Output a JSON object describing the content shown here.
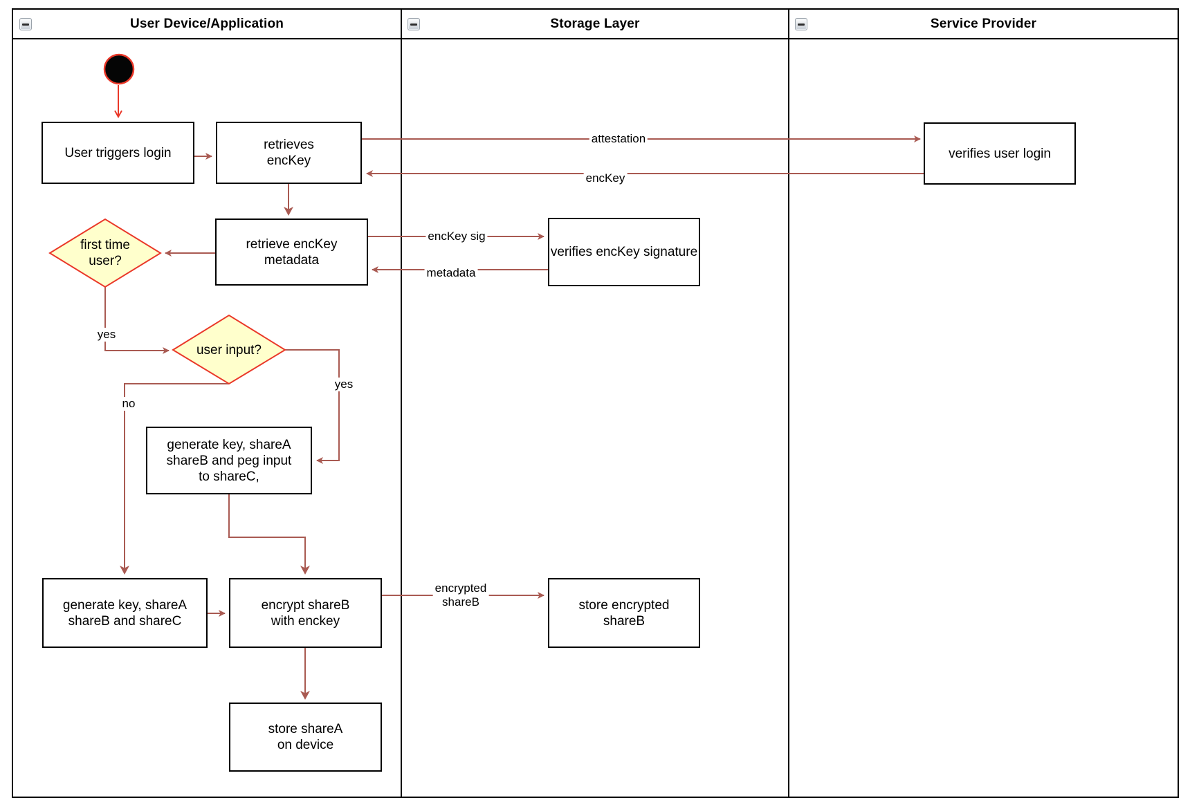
{
  "lanes": [
    {
      "title": "User Device/Application"
    },
    {
      "title": "Storage Layer"
    },
    {
      "title": "Service Provider"
    }
  ],
  "nodes": {
    "user_triggers_login": "User triggers login",
    "retrieves_enckey": "retrieves\nencKey",
    "verifies_user_login": "verifies user login",
    "retrieve_enckey_metadata": "retrieve encKey\nmetadata",
    "first_time_user": "first time\nuser?",
    "verifies_enckey_signature": "verifies encKey signature",
    "user_input": "user input?",
    "generate_key_peg_input": "generate key, shareA\nshareB and peg input\nto shareC,",
    "generate_key_sharec": "generate key, shareA\nshareB and shareC",
    "encrypt_shareb": "encrypt shareB\nwith enckey",
    "store_encrypted_shareb": "store encrypted\nshareB",
    "store_sharea": "store shareA\non device"
  },
  "edge_labels": {
    "attestation": "attestation",
    "enckey": "encKey",
    "enckey_sig": "encKey sig",
    "metadata": "metadata",
    "yes": "yes",
    "no": "no",
    "encrypted_shareb": "encrypted\nshareB"
  },
  "icons": {
    "collapse": "minus-icon"
  },
  "colors": {
    "edge": "#a95a52",
    "accent_red": "#ea3829",
    "decision_fill": "#ffffcc",
    "node_border": "#000000",
    "background": "#ffffff"
  }
}
